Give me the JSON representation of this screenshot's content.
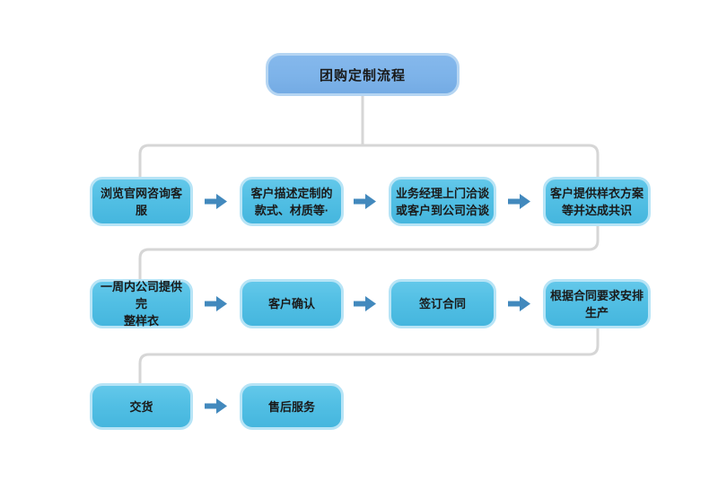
{
  "diagram": {
    "title": "团购定制流程",
    "rows": [
      {
        "steps": [
          {
            "label": "浏览官网咨询客服"
          },
          {
            "label": "客户描述定制的\n款式、材质等·"
          },
          {
            "label": "业务经理上门洽谈\n或客户到公司洽谈"
          },
          {
            "label": "客户提供样衣方案\n等并达成共识"
          }
        ]
      },
      {
        "steps": [
          {
            "label": "一周内公司提供完\n整样衣"
          },
          {
            "label": "客户确认"
          },
          {
            "label": "签订合同"
          },
          {
            "label": "根据合同要求安排\n生产"
          }
        ]
      },
      {
        "steps": [
          {
            "label": "交货"
          },
          {
            "label": "售后服务"
          }
        ]
      }
    ],
    "colors": {
      "title_box_fill": "#7DB3E9",
      "title_box_border": "#B5D5F2",
      "step_box_fill": "#52BFE4",
      "step_box_border": "#B7E4F6",
      "connector": "#D6D6D6",
      "arrow": "#4289BD",
      "text": "#1A1A1A"
    }
  }
}
